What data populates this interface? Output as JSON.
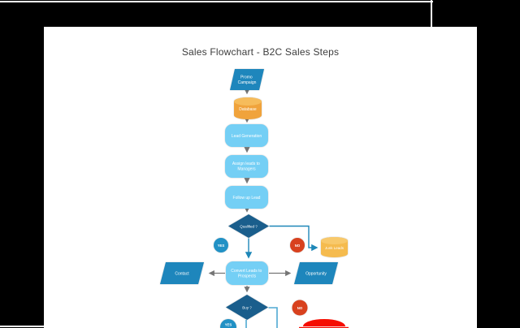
{
  "diagram": {
    "title": "Sales Flowchart - B2C Sales Steps",
    "nodes": {
      "promo_campaign": {
        "shape": "parallelogram",
        "lines": [
          "Promo",
          "Campaign"
        ]
      },
      "database": {
        "shape": "cylinder",
        "lines": [
          "Database"
        ]
      },
      "lead_generation": {
        "shape": "rounded-rect",
        "lines": [
          "Lead Generation"
        ]
      },
      "assign_leads_to_managers": {
        "shape": "rounded-rect",
        "lines": [
          "Assign leads to",
          "Managers"
        ]
      },
      "follow_up_lead": {
        "shape": "rounded-rect",
        "lines": [
          "Follow up Lead"
        ]
      },
      "qualified": {
        "shape": "diamond",
        "lines": [
          "Qualified ?"
        ]
      },
      "qualified_yes": {
        "shape": "circle",
        "label": "YES"
      },
      "qualified_no": {
        "shape": "circle",
        "label": "NO"
      },
      "junk_leads": {
        "shape": "cylinder",
        "lines": [
          "Junk Leads"
        ]
      },
      "contact": {
        "shape": "parallelogram",
        "lines": [
          "Contact"
        ]
      },
      "convert_leads_to_prospects": {
        "shape": "rounded-rect",
        "lines": [
          "Convert Leads to",
          "Prospects"
        ]
      },
      "opportunity": {
        "shape": "parallelogram",
        "lines": [
          "Opportunity"
        ]
      },
      "buy": {
        "shape": "diamond",
        "lines": [
          "Buy ?"
        ]
      },
      "buy_yes": {
        "shape": "circle",
        "label": "YES"
      },
      "buy_no": {
        "shape": "circle",
        "label": "NO"
      },
      "end_red_ellipse": {
        "shape": "ellipse",
        "lines": []
      }
    },
    "edges": [
      {
        "from": "promo_campaign",
        "to": "database"
      },
      {
        "from": "database",
        "to": "lead_generation"
      },
      {
        "from": "lead_generation",
        "to": "assign_leads_to_managers"
      },
      {
        "from": "assign_leads_to_managers",
        "to": "follow_up_lead"
      },
      {
        "from": "follow_up_lead",
        "to": "qualified"
      },
      {
        "from": "qualified",
        "to": "junk_leads",
        "label": "NO"
      },
      {
        "from": "qualified",
        "to": "convert_leads_to_prospects",
        "label": "YES"
      },
      {
        "from": "convert_leads_to_prospects",
        "to": "contact"
      },
      {
        "from": "convert_leads_to_prospects",
        "to": "opportunity"
      },
      {
        "from": "convert_leads_to_prospects",
        "to": "buy"
      },
      {
        "from": "buy",
        "to": "(offscreen)",
        "label": "YES"
      },
      {
        "from": "buy",
        "to": "(offscreen)",
        "label": "NO"
      }
    ]
  },
  "colors": {
    "canvas-bg": "#ffffff",
    "title-text": "#3c3c3c",
    "process-blue": "#1E86BC",
    "step-light-blue": "#74CFF5",
    "decision-navy": "#1A5E8C",
    "yes-blue": "#2191C5",
    "no-red": "#D8411E",
    "end-red": "#F50D00",
    "db-orange": "#F0A33C",
    "db-orange-light": "#F6BC5B",
    "junk-orange": "#F5BB4E",
    "junk-orange-light": "#F8C96B",
    "arrow-gray": "#757575",
    "arrow-blue": "#1E87B8",
    "arrow-blue-light": "#4FA8D2"
  }
}
